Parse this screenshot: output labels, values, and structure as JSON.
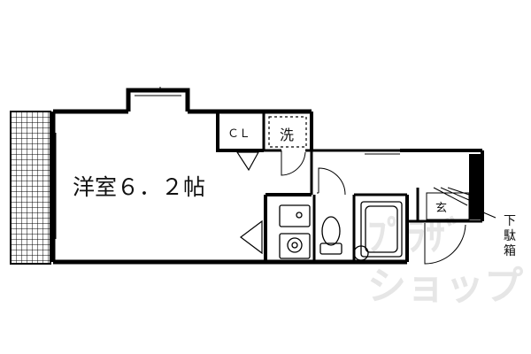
{
  "floorplan": {
    "rooms": {
      "western_room": "洋室６．２帖",
      "closet": "ＣＬ",
      "washer": "洗",
      "entrance": "玄",
      "shoe_box": "下\n駄\n箱"
    },
    "watermark": {
      "line1": "ﾌﾟﾗｻﾞ",
      "line2": "ショップ"
    }
  },
  "colors": {
    "line": "#000000",
    "hatch": "#000000",
    "watermark": "#e6e6e6"
  }
}
